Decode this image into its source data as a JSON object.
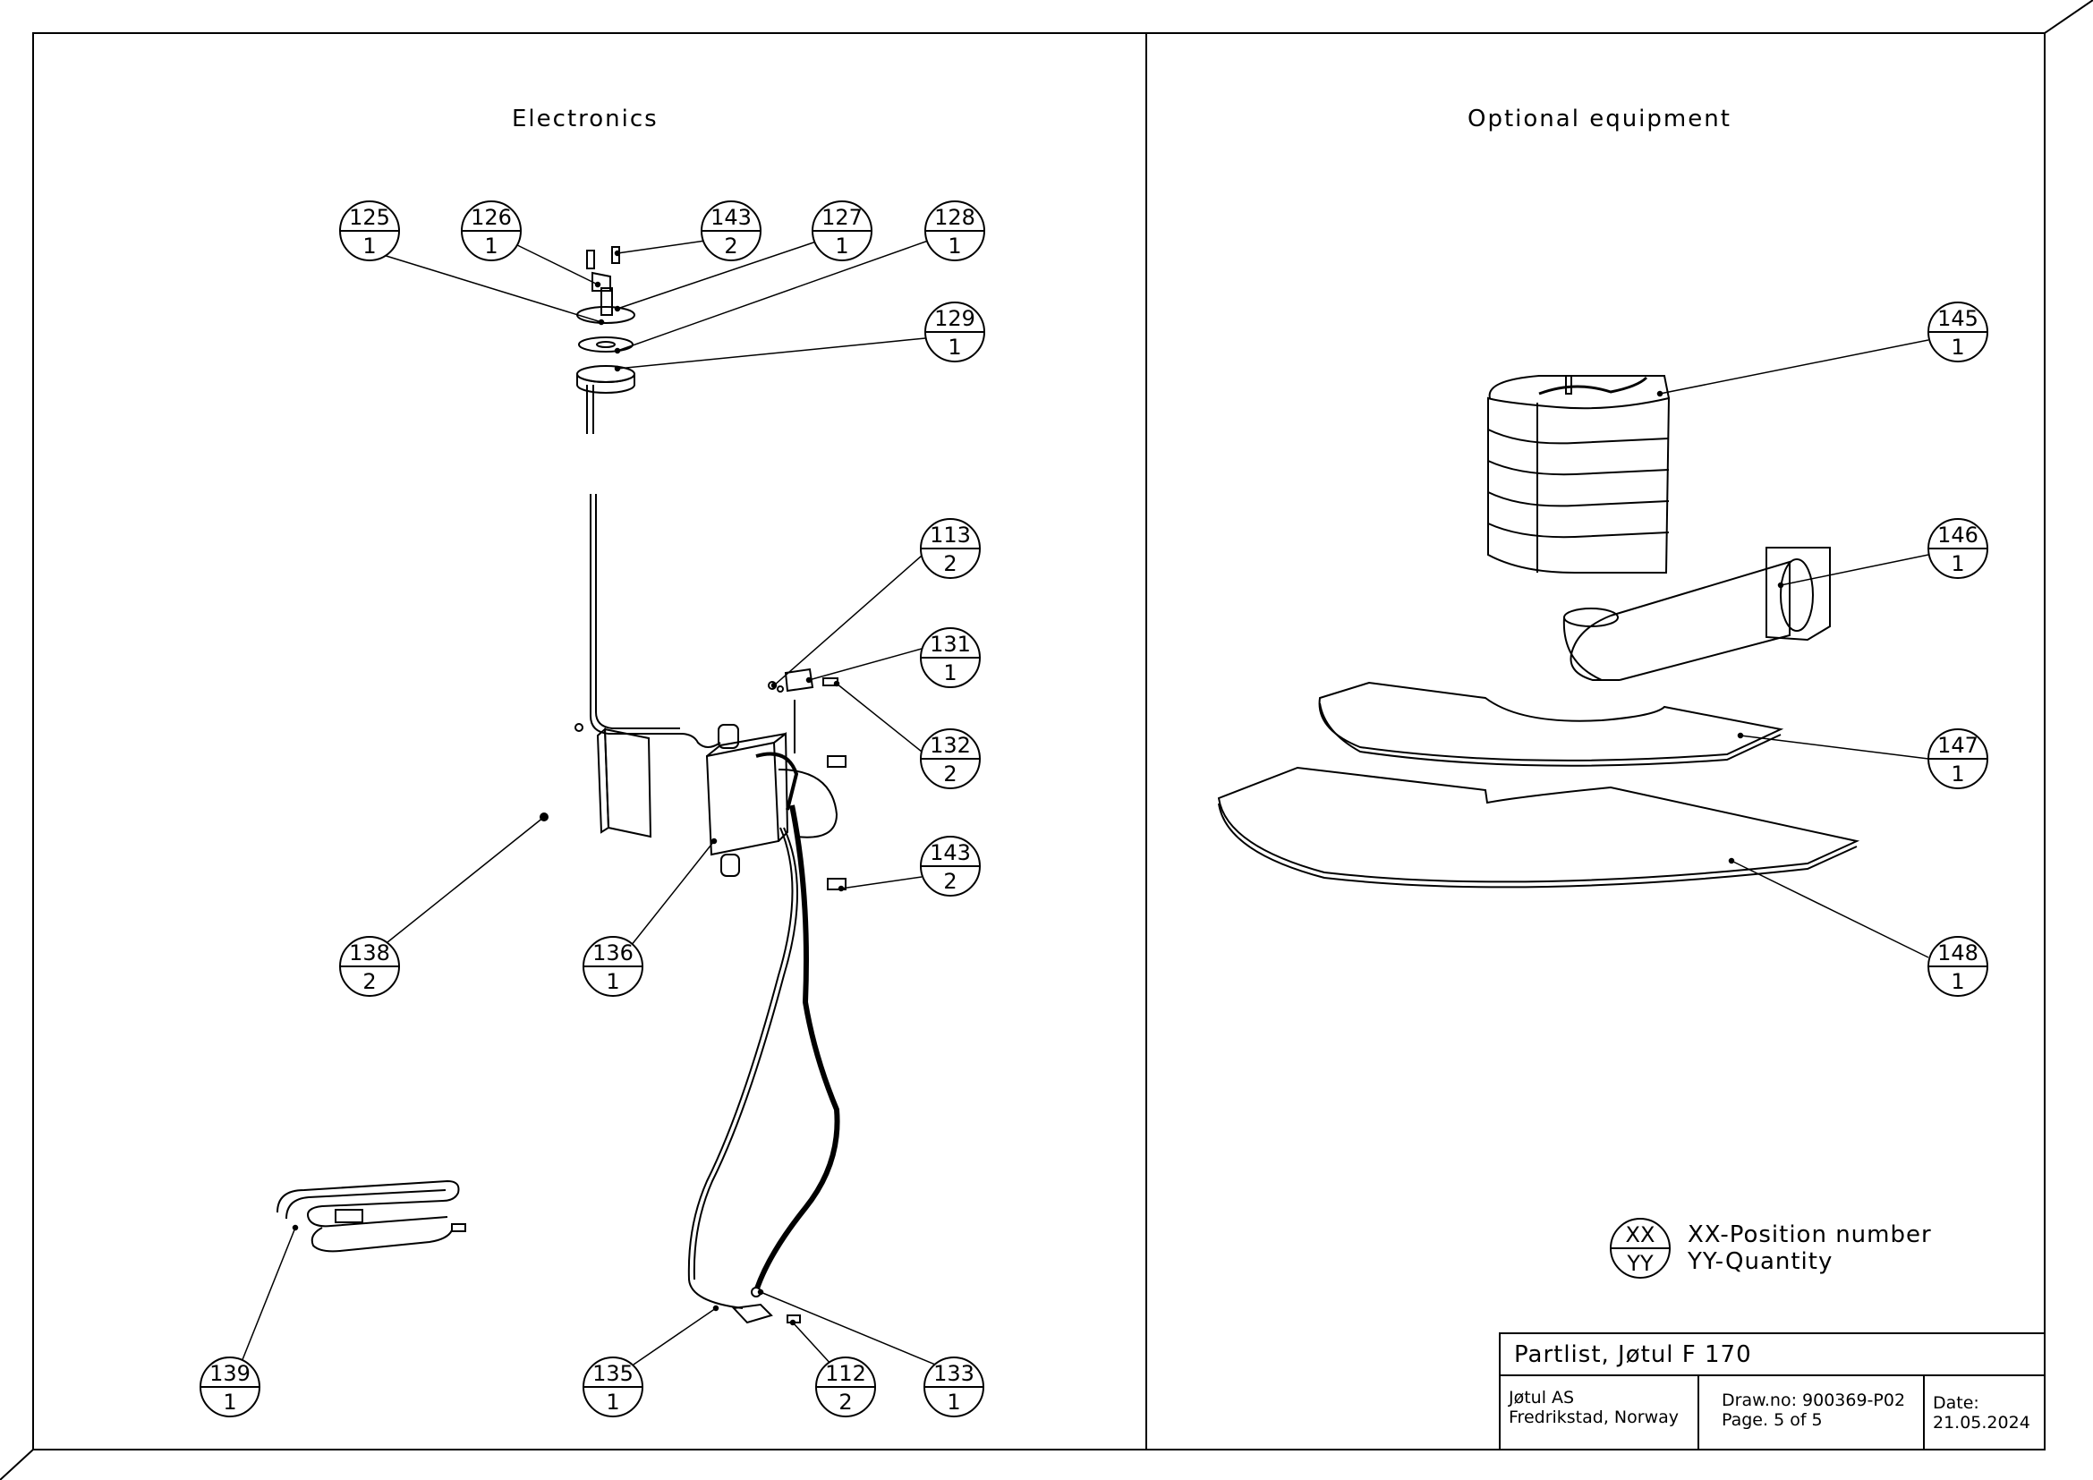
{
  "sections": {
    "left_title": "Electronics",
    "right_title": "Optional equipment"
  },
  "balloons": [
    {
      "pos": "125",
      "qty": "1"
    },
    {
      "pos": "126",
      "qty": "1"
    },
    {
      "pos": "143",
      "qty": "2"
    },
    {
      "pos": "127",
      "qty": "1"
    },
    {
      "pos": "128",
      "qty": "1"
    },
    {
      "pos": "129",
      "qty": "1"
    },
    {
      "pos": "113",
      "qty": "2"
    },
    {
      "pos": "131",
      "qty": "1"
    },
    {
      "pos": "132",
      "qty": "2"
    },
    {
      "pos": "143",
      "qty": "2"
    },
    {
      "pos": "138",
      "qty": "2"
    },
    {
      "pos": "136",
      "qty": "1"
    },
    {
      "pos": "139",
      "qty": "1"
    },
    {
      "pos": "135",
      "qty": "1"
    },
    {
      "pos": "112",
      "qty": "2"
    },
    {
      "pos": "133",
      "qty": "1"
    },
    {
      "pos": "145",
      "qty": "1"
    },
    {
      "pos": "146",
      "qty": "1"
    },
    {
      "pos": "147",
      "qty": "1"
    },
    {
      "pos": "148",
      "qty": "1"
    }
  ],
  "legend": {
    "symbol_top": "XX",
    "symbol_bottom": "YY",
    "line1": "XX-Position number",
    "line2": "YY-Quantity"
  },
  "title_block": {
    "title": "Partlist, Jøtul F 170",
    "company_line1": "Jøtul AS",
    "company_line2": "Fredrikstad, Norway",
    "drawno": "Draw.no: 900369-P02",
    "page": "Page. 5 of 5",
    "date_label": "Date:",
    "date_value": "21.05.2024"
  }
}
